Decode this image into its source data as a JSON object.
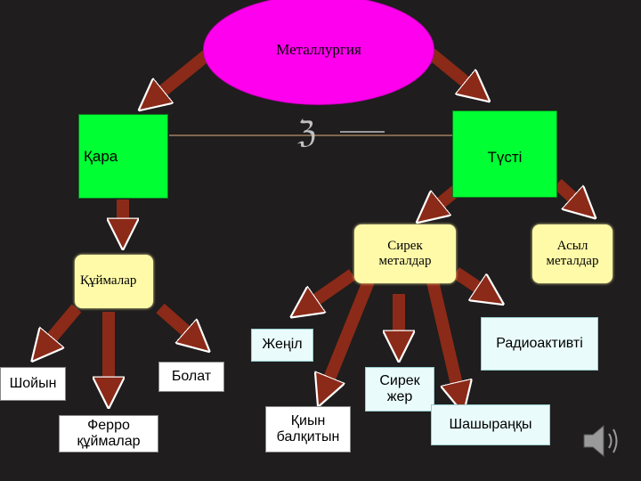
{
  "title": "Металлургия",
  "nodes": {
    "kara": "Қара",
    "tusti": "Түсті",
    "kuimalar": "Құймалар",
    "sirek_metaldar": "Сирек металдар",
    "asyl_metaldar": "Асыл металдар",
    "zhenil": "Жеңіл",
    "radioaktivti": "Радиоактивті",
    "shoiyn": "Шойын",
    "bolat": "Болат",
    "sirek_zher": "Сирек жер",
    "ferro": "Ферро құймалар",
    "kiyn": "Қиын балқитын",
    "shashyranky": "Шашыраңқы"
  },
  "colors": {
    "background": "#1f1d1d",
    "ellipse": "#ff00ee",
    "green_box": "#00ff33",
    "yellow_box": "#fffaa8",
    "pale_box": "#eafbfb",
    "arrow": "#8b2a18",
    "connector": "#a08060"
  },
  "icons": {
    "ornament": "decorative-flourish-icon",
    "speaker": "speaker-icon"
  }
}
